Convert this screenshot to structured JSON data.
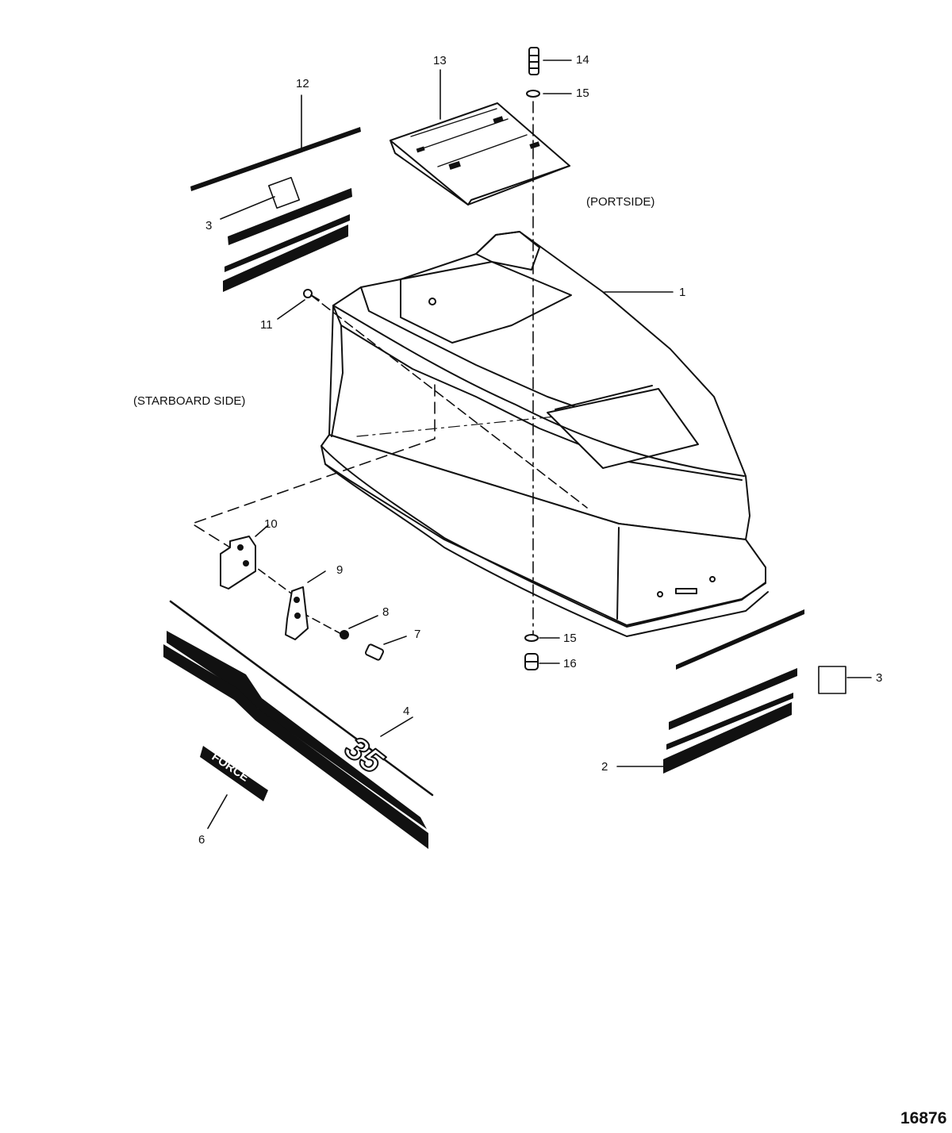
{
  "callouts": {
    "c1": "1",
    "c2": "2",
    "c3a": "3",
    "c3b": "3",
    "c4": "4",
    "c6": "6",
    "c7": "7",
    "c8": "8",
    "c9": "9",
    "c10": "10",
    "c11": "11",
    "c12": "12",
    "c13": "13",
    "c14": "14",
    "c15a": "15",
    "c15b": "15",
    "c16": "16"
  },
  "side_labels": {
    "portside": "(PORTSIDE)",
    "starboard": "(STARBOARD SIDE)"
  },
  "decal_text": {
    "number": "35",
    "brand": "FORCE"
  },
  "figure_number": "16876"
}
